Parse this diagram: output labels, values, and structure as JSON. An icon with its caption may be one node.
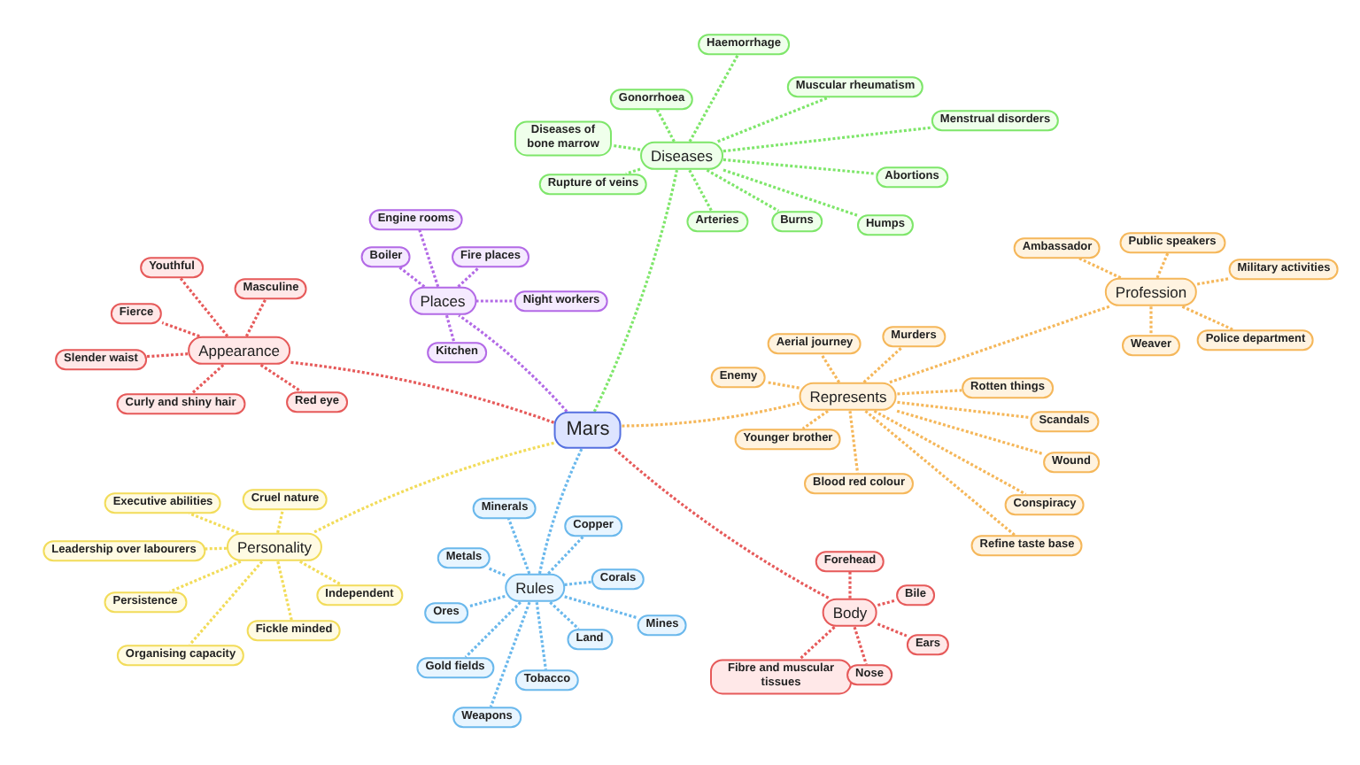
{
  "diagram": {
    "nodes": [
      {
        "text": [
          "Mars"
        ]
      },
      {
        "text": [
          "Diseases"
        ]
      },
      {
        "text": [
          "Haemorrhage"
        ]
      },
      {
        "text": [
          "Gonorrhoea"
        ]
      },
      {
        "text": [
          "Muscular rheumatism"
        ]
      },
      {
        "text": [
          "Diseases of bone marrow"
        ]
      },
      {
        "text": [
          "Menstrual disorders"
        ]
      },
      {
        "text": [
          "Rupture of veins"
        ]
      },
      {
        "text": [
          "Abortions"
        ]
      },
      {
        "text": [
          "Arteries"
        ]
      },
      {
        "text": [
          "Burns"
        ]
      },
      {
        "text": [
          "Humps"
        ]
      },
      {
        "text": [
          "Places"
        ]
      },
      {
        "text": [
          "Engine rooms"
        ]
      },
      {
        "text": [
          "Boiler"
        ]
      },
      {
        "text": [
          "Fire places"
        ]
      },
      {
        "text": [
          "Night workers"
        ]
      },
      {
        "text": [
          "Kitchen"
        ]
      },
      {
        "text": [
          "Appearance"
        ]
      },
      {
        "text": [
          "Youthful"
        ]
      },
      {
        "text": [
          "Masculine"
        ]
      },
      {
        "text": [
          "Fierce"
        ]
      },
      {
        "text": [
          "Slender waist"
        ]
      },
      {
        "text": [
          "Curly and shiny hair"
        ]
      },
      {
        "text": [
          "Red eye"
        ]
      },
      {
        "text": [
          "Profession"
        ]
      },
      {
        "text": [
          "Ambassador"
        ]
      },
      {
        "text": [
          "Public speakers"
        ]
      },
      {
        "text": [
          "Military activities"
        ]
      },
      {
        "text": [
          "Weaver"
        ]
      },
      {
        "text": [
          "Police department"
        ]
      },
      {
        "text": [
          "Represents"
        ]
      },
      {
        "text": [
          "Aerial journey"
        ]
      },
      {
        "text": [
          "Murders"
        ]
      },
      {
        "text": [
          "Enemy"
        ]
      },
      {
        "text": [
          "Rotten things"
        ]
      },
      {
        "text": [
          "Younger brother"
        ]
      },
      {
        "text": [
          "Scandals"
        ]
      },
      {
        "text": [
          "Wound"
        ]
      },
      {
        "text": [
          "Blood red colour"
        ]
      },
      {
        "text": [
          "Conspiracy"
        ]
      },
      {
        "text": [
          "Refine taste base"
        ]
      },
      {
        "text": [
          "Personality"
        ]
      },
      {
        "text": [
          "Executive abilities"
        ]
      },
      {
        "text": [
          "Cruel nature"
        ]
      },
      {
        "text": [
          "Leadership over labourers"
        ]
      },
      {
        "text": [
          "Persistence"
        ]
      },
      {
        "text": [
          "Independent"
        ]
      },
      {
        "text": [
          "Fickle minded"
        ]
      },
      {
        "text": [
          "Organising capacity"
        ]
      },
      {
        "text": [
          "Rules"
        ]
      },
      {
        "text": [
          "Minerals"
        ]
      },
      {
        "text": [
          "Copper"
        ]
      },
      {
        "text": [
          "Metals"
        ]
      },
      {
        "text": [
          "Corals"
        ]
      },
      {
        "text": [
          "Ores"
        ]
      },
      {
        "text": [
          "Mines"
        ]
      },
      {
        "text": [
          "Land"
        ]
      },
      {
        "text": [
          "Gold fields"
        ]
      },
      {
        "text": [
          "Tobacco"
        ]
      },
      {
        "text": [
          "Weapons"
        ]
      },
      {
        "text": [
          "Body"
        ]
      },
      {
        "text": [
          "Forehead"
        ]
      },
      {
        "text": [
          "Bile"
        ]
      },
      {
        "text": [
          "Ears"
        ]
      },
      {
        "text": [
          "Fibre and muscular tissues"
        ]
      },
      {
        "text": [
          "Nose"
        ]
      }
    ],
    "edges": [
      {
        "from": 0,
        "to": 1,
        "arrow": "none",
        "color": "#7ee66a"
      },
      {
        "from": 1,
        "to": 2,
        "arrow": "none",
        "color": "#7ee66a"
      },
      {
        "from": 1,
        "to": 3,
        "arrow": "none",
        "color": "#7ee66a"
      },
      {
        "from": 1,
        "to": 4,
        "arrow": "none",
        "color": "#7ee66a"
      },
      {
        "from": 1,
        "to": 5,
        "arrow": "none",
        "color": "#7ee66a"
      },
      {
        "from": 1,
        "to": 6,
        "arrow": "none",
        "color": "#7ee66a"
      },
      {
        "from": 1,
        "to": 7,
        "arrow": "none",
        "color": "#7ee66a"
      },
      {
        "from": 1,
        "to": 8,
        "arrow": "none",
        "color": "#7ee66a"
      },
      {
        "from": 1,
        "to": 9,
        "arrow": "none",
        "color": "#7ee66a"
      },
      {
        "from": 1,
        "to": 10,
        "arrow": "none",
        "color": "#7ee66a"
      },
      {
        "from": 1,
        "to": 11,
        "arrow": "none",
        "color": "#7ee66a"
      },
      {
        "from": 0,
        "to": 12,
        "arrow": "none",
        "color": "#b36ae6"
      },
      {
        "from": 12,
        "to": 13,
        "arrow": "none",
        "color": "#b36ae6"
      },
      {
        "from": 12,
        "to": 14,
        "arrow": "none",
        "color": "#b36ae6"
      },
      {
        "from": 12,
        "to": 15,
        "arrow": "none",
        "color": "#b36ae6"
      },
      {
        "from": 12,
        "to": 16,
        "arrow": "none",
        "color": "#b36ae6"
      },
      {
        "from": 12,
        "to": 17,
        "arrow": "none",
        "color": "#b36ae6"
      },
      {
        "from": 0,
        "to": 18,
        "arrow": "none",
        "color": "#e65a5a"
      },
      {
        "from": 18,
        "to": 19,
        "arrow": "none",
        "color": "#e65a5a"
      },
      {
        "from": 18,
        "to": 20,
        "arrow": "none",
        "color": "#e65a5a"
      },
      {
        "from": 18,
        "to": 21,
        "arrow": "none",
        "color": "#e65a5a"
      },
      {
        "from": 18,
        "to": 22,
        "arrow": "none",
        "color": "#e65a5a"
      },
      {
        "from": 18,
        "to": 23,
        "arrow": "none",
        "color": "#e65a5a"
      },
      {
        "from": 18,
        "to": 24,
        "arrow": "none",
        "color": "#e65a5a"
      },
      {
        "from": 31,
        "to": 25,
        "arrow": "none",
        "color": "#f5b75a"
      },
      {
        "from": 25,
        "to": 26,
        "arrow": "none",
        "color": "#f5b75a"
      },
      {
        "from": 25,
        "to": 27,
        "arrow": "none",
        "color": "#f5b75a"
      },
      {
        "from": 25,
        "to": 28,
        "arrow": "none",
        "color": "#f5b75a"
      },
      {
        "from": 25,
        "to": 29,
        "arrow": "none",
        "color": "#f5b75a"
      },
      {
        "from": 25,
        "to": 30,
        "arrow": "none",
        "color": "#f5b75a"
      },
      {
        "from": 0,
        "to": 31,
        "arrow": "none",
        "color": "#f5b75a"
      },
      {
        "from": 31,
        "to": 32,
        "arrow": "none",
        "color": "#f5b75a"
      },
      {
        "from": 31,
        "to": 33,
        "arrow": "none",
        "color": "#f5b75a"
      },
      {
        "from": 31,
        "to": 34,
        "arrow": "none",
        "color": "#f5b75a"
      },
      {
        "from": 31,
        "to": 35,
        "arrow": "none",
        "color": "#f5b75a"
      },
      {
        "from": 31,
        "to": 36,
        "arrow": "none",
        "color": "#f5b75a"
      },
      {
        "from": 31,
        "to": 37,
        "arrow": "none",
        "color": "#f5b75a"
      },
      {
        "from": 31,
        "to": 38,
        "arrow": "none",
        "color": "#f5b75a"
      },
      {
        "from": 31,
        "to": 39,
        "arrow": "none",
        "color": "#f5b75a"
      },
      {
        "from": 31,
        "to": 40,
        "arrow": "none",
        "color": "#f5b75a"
      },
      {
        "from": 31,
        "to": 41,
        "arrow": "none",
        "color": "#f5b75a"
      },
      {
        "from": 0,
        "to": 42,
        "arrow": "none",
        "color": "#f2dc5a"
      },
      {
        "from": 42,
        "to": 43,
        "arrow": "none",
        "color": "#f2dc5a"
      },
      {
        "from": 42,
        "to": 44,
        "arrow": "none",
        "color": "#f2dc5a"
      },
      {
        "from": 42,
        "to": 45,
        "arrow": "none",
        "color": "#f2dc5a"
      },
      {
        "from": 42,
        "to": 46,
        "arrow": "none",
        "color": "#f2dc5a"
      },
      {
        "from": 42,
        "to": 47,
        "arrow": "none",
        "color": "#f2dc5a"
      },
      {
        "from": 42,
        "to": 48,
        "arrow": "none",
        "color": "#f2dc5a"
      },
      {
        "from": 42,
        "to": 49,
        "arrow": "none",
        "color": "#f2dc5a"
      },
      {
        "from": 0,
        "to": 50,
        "arrow": "none",
        "color": "#6ab8ec"
      },
      {
        "from": 50,
        "to": 51,
        "arrow": "none",
        "color": "#6ab8ec"
      },
      {
        "from": 50,
        "to": 52,
        "arrow": "none",
        "color": "#6ab8ec"
      },
      {
        "from": 50,
        "to": 53,
        "arrow": "none",
        "color": "#6ab8ec"
      },
      {
        "from": 50,
        "to": 54,
        "arrow": "none",
        "color": "#6ab8ec"
      },
      {
        "from": 50,
        "to": 55,
        "arrow": "none",
        "color": "#6ab8ec"
      },
      {
        "from": 50,
        "to": 56,
        "arrow": "none",
        "color": "#6ab8ec"
      },
      {
        "from": 50,
        "to": 57,
        "arrow": "none",
        "color": "#6ab8ec"
      },
      {
        "from": 50,
        "to": 58,
        "arrow": "none",
        "color": "#6ab8ec"
      },
      {
        "from": 50,
        "to": 59,
        "arrow": "none",
        "color": "#6ab8ec"
      },
      {
        "from": 50,
        "to": 60,
        "arrow": "none",
        "color": "#6ab8ec"
      },
      {
        "from": 0,
        "to": 61,
        "arrow": "none",
        "color": "#e65a5a"
      },
      {
        "from": 61,
        "to": 62,
        "arrow": "none",
        "color": "#e65a5a"
      },
      {
        "from": 61,
        "to": 63,
        "arrow": "none",
        "color": "#e65a5a"
      },
      {
        "from": 61,
        "to": 64,
        "arrow": "none",
        "color": "#e65a5a"
      },
      {
        "from": 61,
        "to": 65,
        "arrow": "none",
        "color": "#e65a5a"
      },
      {
        "from": 61,
        "to": 66,
        "arrow": "none",
        "color": "#e65a5a"
      }
    ]
  }
}
